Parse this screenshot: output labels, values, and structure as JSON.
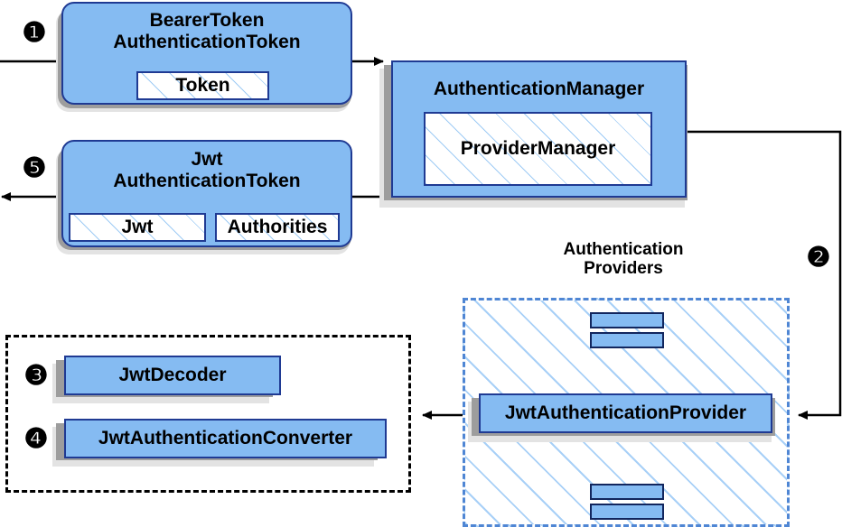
{
  "diagram": {
    "title_numbers": [
      "1",
      "2",
      "3",
      "4",
      "5"
    ],
    "bullets": {
      "one": "❶",
      "two": "❷",
      "three": "❸",
      "four": "❹",
      "five": "❺"
    }
  },
  "colors": {
    "node_fill": "#85bbf2",
    "node_border": "#1f3a93",
    "hatch_line": "#9ecbf5",
    "shadow_dark": "#9d9d9d",
    "shadow_light": "#e3e3e3",
    "dashed_blue": "#4f86d4",
    "dashed_black": "#000000",
    "line": "#000000",
    "bullet_fill": "#000000",
    "bullet_text": "#ffffff"
  },
  "nodes": {
    "bearer_token": {
      "title": "BearerToken\nAuthenticationToken",
      "inner": [
        {
          "label": "Token"
        }
      ]
    },
    "jwt_token": {
      "title": "Jwt\nAuthenticationToken",
      "inner": [
        {
          "label": "Jwt"
        },
        {
          "label": "Authorities"
        }
      ]
    },
    "authentication_manager": {
      "title": "AuthenticationManager",
      "inner": [
        {
          "label": "ProviderManager"
        }
      ]
    },
    "jwt_authentication_provider": {
      "title": "JwtAuthenticationProvider"
    },
    "jwt_decoder": {
      "title": "JwtDecoder"
    },
    "jwt_authentication_converter": {
      "title": "JwtAuthenticationConverter"
    }
  },
  "groups": {
    "authentication_providers": {
      "caption": "Authentication\nProviders"
    },
    "support_components": {
      "caption": ""
    }
  },
  "steps": {
    "step1": "❶",
    "step2": "❷",
    "step3": "❸",
    "step4": "❹",
    "step5": "❺"
  }
}
